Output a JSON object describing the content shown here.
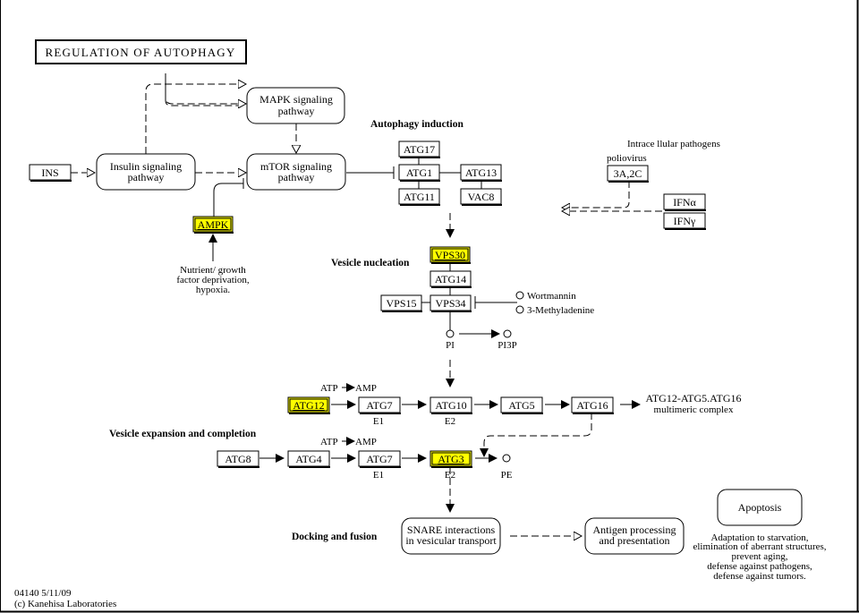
{
  "title": "REGULATION OF AUTOPHAGY",
  "footer": {
    "id_date": "04140 5/11/09",
    "copyright": "(c) Kanehisa Laboratories"
  },
  "colors": {
    "highlight": "#ffff00",
    "line": "#000000",
    "background": "#ffffff"
  },
  "sections": {
    "induction": "Autophagy induction",
    "nucleation": "Vesicle nucleation",
    "expansion": "Vesicle expansion and completion",
    "docking": "Docking and fusion",
    "pathogens": "Intrace llular pathogens"
  },
  "pathways": {
    "mapk": [
      "MAPK signaling",
      "pathway"
    ],
    "insulin": [
      "Insulin signaling",
      "pathway"
    ],
    "mtor": [
      "mTOR signaling",
      "pathway"
    ],
    "snare": [
      "SNARE interactions",
      "in vesicular transport"
    ],
    "antigen": [
      "Antigen processing",
      "and presentation"
    ],
    "apoptosis": [
      "Apoptosis"
    ]
  },
  "genes": {
    "ins": "INS",
    "ampk": "AMPK",
    "atg17": "ATG17",
    "atg1": "ATG1",
    "atg13": "ATG13",
    "atg11": "ATG11",
    "vac8": "VAC8",
    "a3a2c": "3A,2C",
    "ifna": "IFNα",
    "ifng": "IFNγ",
    "vps30": "VPS30",
    "atg14": "ATG14",
    "vps15": "VPS15",
    "vps34": "VPS34",
    "atg12": "ATG12",
    "atg7a": "ATG7",
    "atg10": "ATG10",
    "atg5": "ATG5",
    "atg16": "ATG16",
    "atg8": "ATG8",
    "atg4": "ATG4",
    "atg7b": "ATG7",
    "atg3": "ATG3"
  },
  "highlighted": [
    "AMPK",
    "VPS30",
    "ATG12",
    "ATG3"
  ],
  "labels": {
    "nutrient": [
      "Nutrient/ growth",
      "factor deprivation,",
      "hypoxia."
    ],
    "poliovirus": "poliovirus",
    "wortmannin": "Wortmannin",
    "methyladenine": "3-Methyladenine",
    "pi": "PI",
    "pi3p": "PI3P",
    "atp1": "ATP",
    "amp1": "AMP",
    "atp2": "ATP",
    "amp2": "AMP",
    "e1a": "E1",
    "e2a": "E2",
    "e1b": "E1",
    "e2b": "E2",
    "pe": "PE",
    "complex": [
      "ATG12-ATG5.ATG16",
      "multimeric complex"
    ],
    "outcomes": [
      "Adaptation to starvation,",
      "elimination of aberrant structures,",
      "prevent aging,",
      "defense against pathogens,",
      "defense against tumors."
    ]
  }
}
